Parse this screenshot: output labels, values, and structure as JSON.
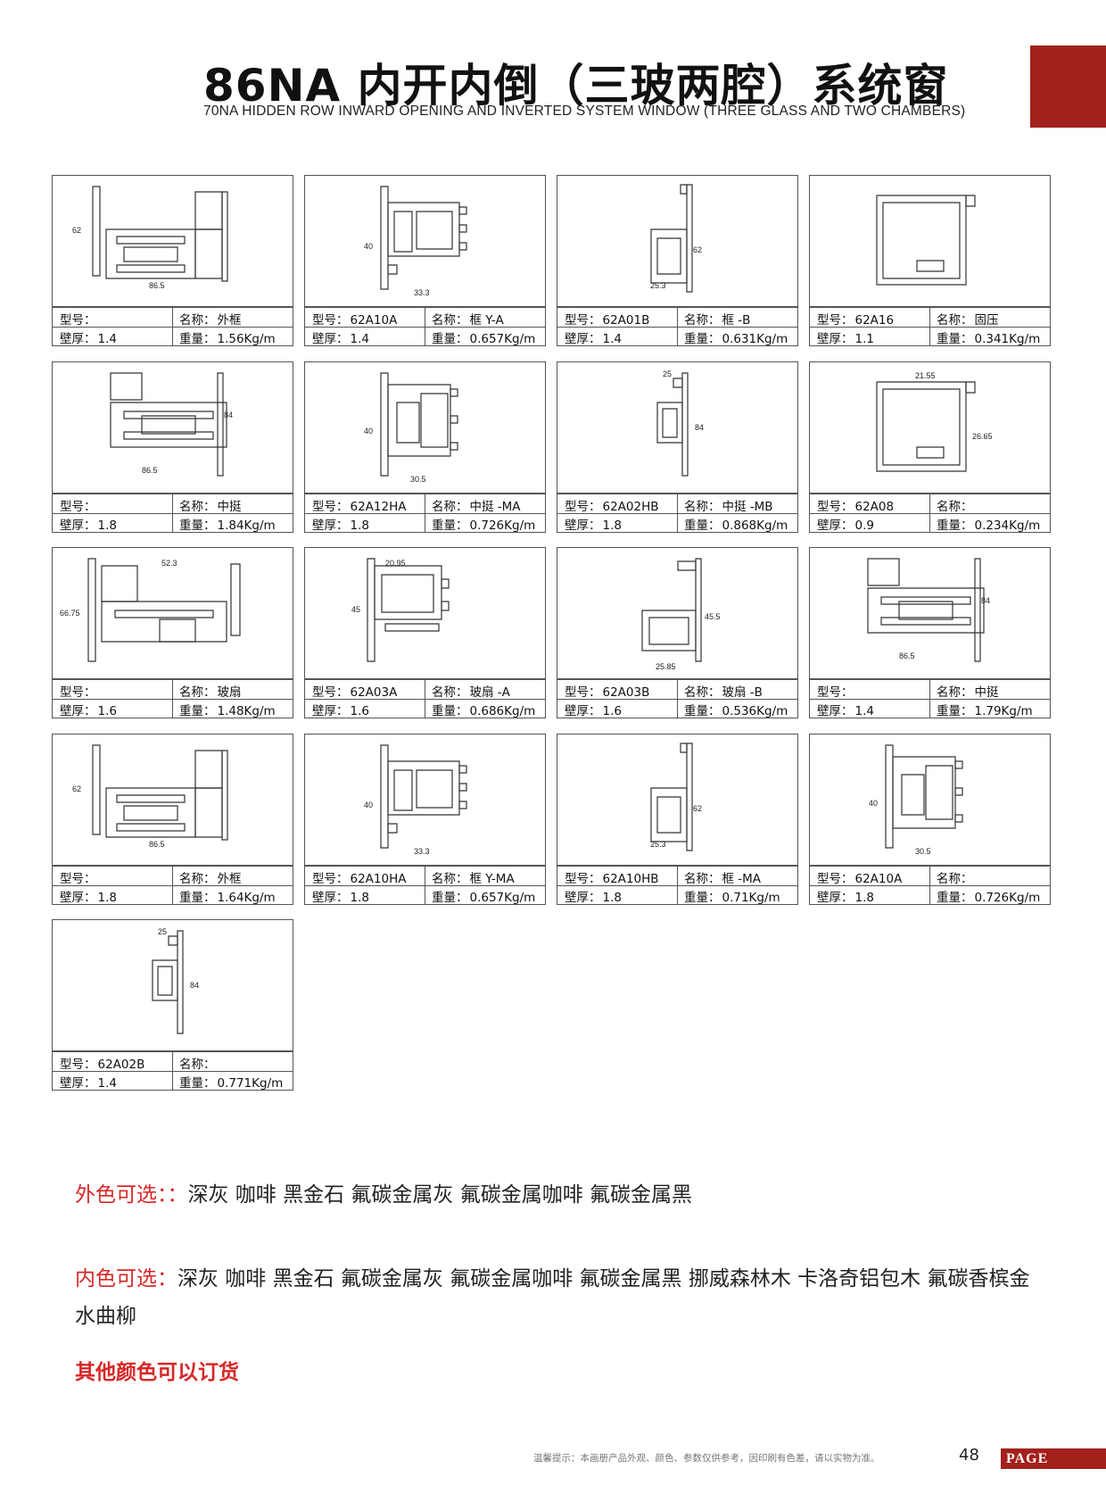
{
  "header": {
    "title": "86NA 内开内倒（三玻两腔）系统窗",
    "subtitle": "70NA  HIDDEN ROW INWARD OPENING AND INVERTED SYSTEM WINDOW (THREE GLASS AND TWO CHAMBERS)"
  },
  "labels": {
    "model": "型号：",
    "name": "名称：",
    "thickness": "壁厚：",
    "weight": "重量："
  },
  "profiles": [
    {
      "model": "",
      "name": "外框",
      "thickness": "1.4",
      "weight": "1.56Kg/m",
      "dims": [
        "62",
        "86.5"
      ],
      "icon": "composite-frame-section"
    },
    {
      "model": "62A10A",
      "name": "框 Y-A",
      "thickness": "1.4",
      "weight": "0.657Kg/m",
      "dims": [
        "40",
        "33.3"
      ],
      "icon": "frame-section"
    },
    {
      "model": "62A01B",
      "name": "框 -B",
      "thickness": "1.4",
      "weight": "0.631Kg/m",
      "dims": [
        "62",
        "25.3"
      ],
      "icon": "narrow-frame-section"
    },
    {
      "model": "62A16",
      "name": "固压",
      "thickness": "1.1",
      "weight": "0.341Kg/m",
      "dims": [],
      "icon": "bead-section"
    },
    {
      "model": "",
      "name": "中挺",
      "thickness": "1.8",
      "weight": "1.84Kg/m",
      "dims": [
        "84",
        "86.5"
      ],
      "icon": "composite-mullion-section"
    },
    {
      "model": "62A12HA",
      "name": "中挺 -MA",
      "thickness": "1.8",
      "weight": "0.726Kg/m",
      "dims": [
        "40",
        "30.5"
      ],
      "icon": "mullion-section"
    },
    {
      "model": "62A02HB",
      "name": "中挺 -MB",
      "thickness": "1.8",
      "weight": "0.868Kg/m",
      "dims": [
        "25",
        "84"
      ],
      "icon": "narrow-mullion-section"
    },
    {
      "model": "62A08",
      "name": "",
      "thickness": "0.9",
      "weight": "0.234Kg/m",
      "dims": [
        "21.55",
        "26.65"
      ],
      "icon": "bead-section"
    },
    {
      "model": "",
      "name": "玻扇",
      "thickness": "1.6",
      "weight": "1.48Kg/m",
      "dims": [
        "52.3",
        "66.75"
      ],
      "icon": "composite-sash-section"
    },
    {
      "model": "62A03A",
      "name": "玻扇 -A",
      "thickness": "1.6",
      "weight": "0.686Kg/m",
      "dims": [
        "20.95",
        "45"
      ],
      "icon": "sash-section"
    },
    {
      "model": "62A03B",
      "name": "玻扇 -B",
      "thickness": "1.6",
      "weight": "0.536Kg/m",
      "dims": [
        "45.5",
        "25.85"
      ],
      "icon": "narrow-sash-section"
    },
    {
      "model": "",
      "name": "中挺",
      "thickness": "1.4",
      "weight": "1.79Kg/m",
      "dims": [
        "84",
        "86.5"
      ],
      "icon": "composite-mullion-section"
    },
    {
      "model": "",
      "name": "外框",
      "thickness": "1.8",
      "weight": "1.64Kg/m",
      "dims": [
        "62",
        "86.5"
      ],
      "icon": "composite-frame-section"
    },
    {
      "model": "62A10HA",
      "name": "框 Y-MA",
      "thickness": "1.8",
      "weight": "0.657Kg/m",
      "dims": [
        "40",
        "33.3"
      ],
      "icon": "frame-section"
    },
    {
      "model": "62A10HB",
      "name": "框 -MA",
      "thickness": "1.8",
      "weight": "0.71Kg/m",
      "dims": [
        "62",
        "25.3"
      ],
      "icon": "narrow-frame-section"
    },
    {
      "model": "62A10A",
      "name": "",
      "thickness": "1.8",
      "weight": "0.726Kg/m",
      "dims": [
        "40",
        "30.5"
      ],
      "icon": "mullion-section"
    },
    {
      "model": "62A02B",
      "name": "",
      "thickness": "1.4",
      "weight": "0.771Kg/m",
      "dims": [
        "25",
        "84"
      ],
      "icon": "narrow-mullion-section"
    }
  ],
  "colors": {
    "outer_label": "外色可选：：",
    "outer_values": "深灰 咖啡 黑金石 氟碳金属灰 氟碳金属咖啡 氟碳金属黑",
    "inner_label": "内色可选：",
    "inner_values": "深灰 咖啡 黑金石 氟碳金属灰 氟碳金属咖啡 氟碳金属黑 挪威森林木 卡洛奇铝包木 氟碳香槟金 水曲柳",
    "note": "其他颜色可以订货"
  },
  "footer": {
    "tip": "温馨提示：本画册产品外观、颜色、参数仅供参考，因印刷有色差，请以实物为准。",
    "page_number": "48",
    "page_label": "PAGE"
  },
  "theme": {
    "accent": "#a3211c",
    "highlight": "#d72727"
  }
}
